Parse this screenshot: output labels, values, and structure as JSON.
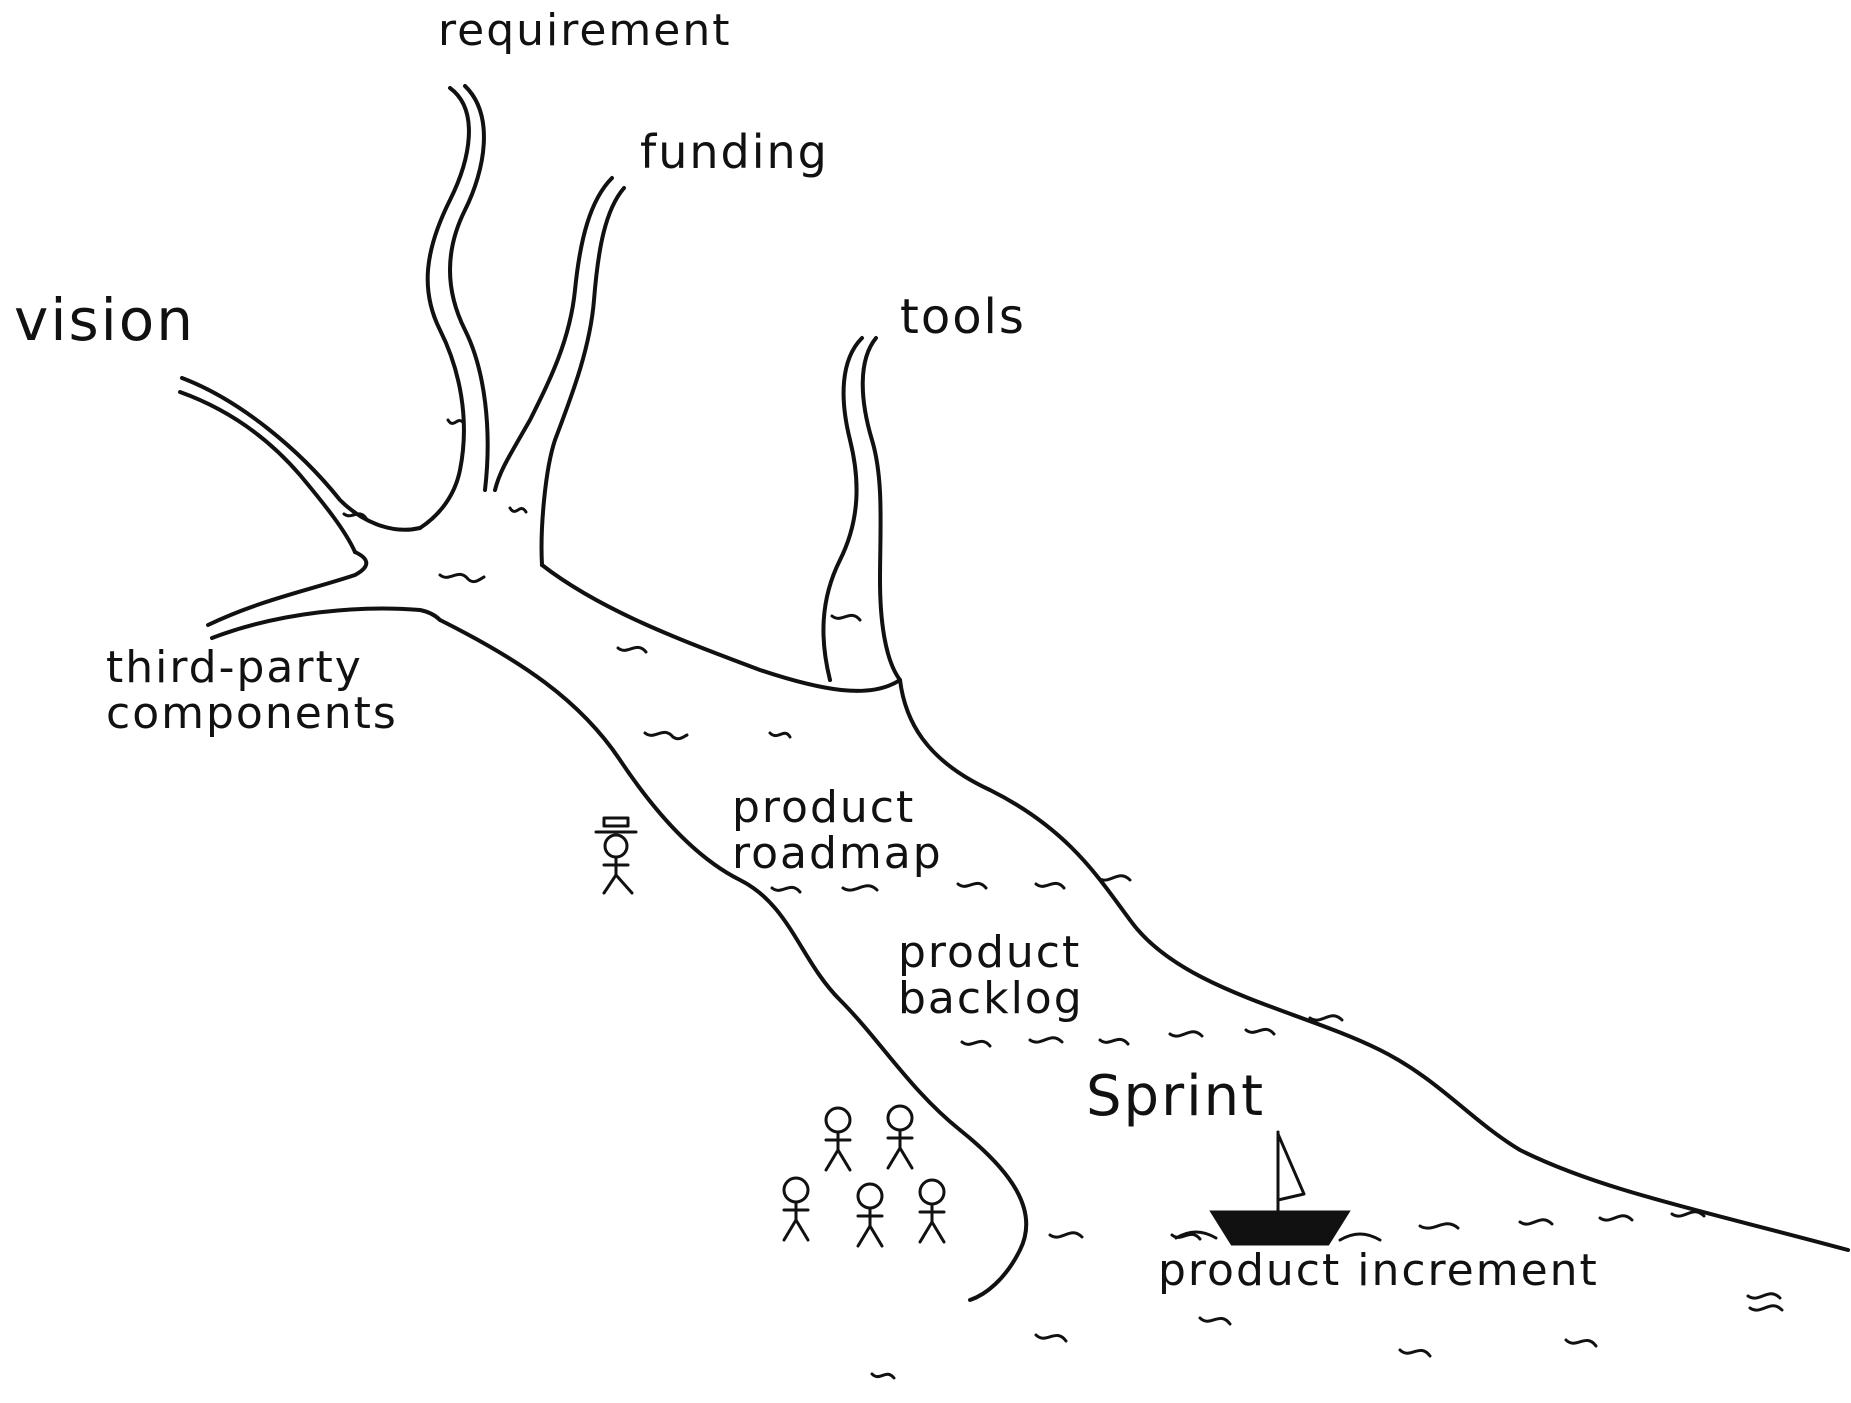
{
  "labels": {
    "requirement": "requirement",
    "funding": "funding",
    "vision": "vision",
    "tools": "tools",
    "third_party_line1": "third-party",
    "third_party_line2": "components",
    "roadmap_line1": "product",
    "roadmap_line2": "roadmap",
    "backlog_line1": "product",
    "backlog_line2": "backlog",
    "sprint": "Sprint",
    "product_increment": "product increment"
  },
  "colors": {
    "ink": "#111111",
    "paper": "#ffffff"
  },
  "icons": {
    "product_owner": "stick-figure-with-hat-icon",
    "team": "stick-figure-icon",
    "boat": "sailboat-icon"
  }
}
